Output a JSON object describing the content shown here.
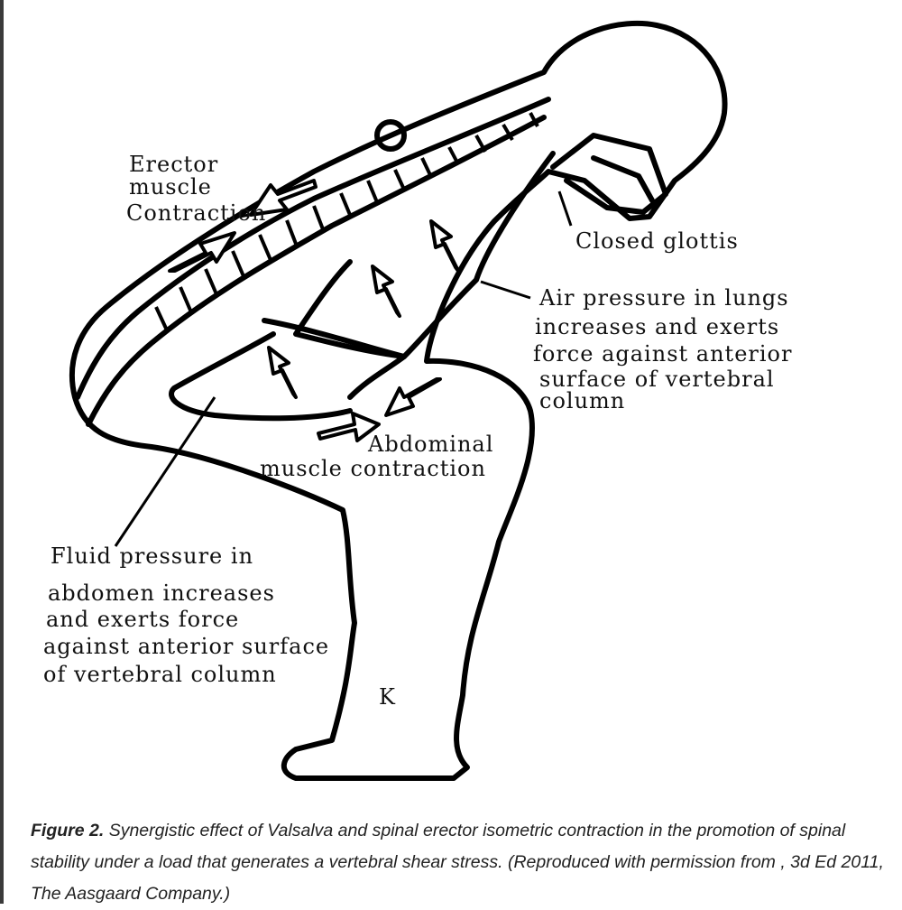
{
  "labels": {
    "erector": [
      "Erector",
      "muscle",
      "Contraction"
    ],
    "glottis": "Closed glottis",
    "air": [
      "Air pressure in lungs",
      "increases and exerts",
      "force against anterior",
      "surface of vertebral",
      "column"
    ],
    "abdominal": [
      "Abdominal",
      "muscle contraction"
    ],
    "fluid": [
      "Fluid pressure in",
      "abdomen increases",
      "and exerts force",
      "against anterior surface",
      "of vertebral column"
    ],
    "signature": "K"
  },
  "caption": {
    "label": "Figure 2.",
    "text": " Synergistic effect of Valsalva and spinal erector isometric contraction in the promotion of spinal stability under a load that generates a vertebral shear stress. (Reproduced with permission from , 3d Ed 2011, The Aasgaard Company.)"
  }
}
